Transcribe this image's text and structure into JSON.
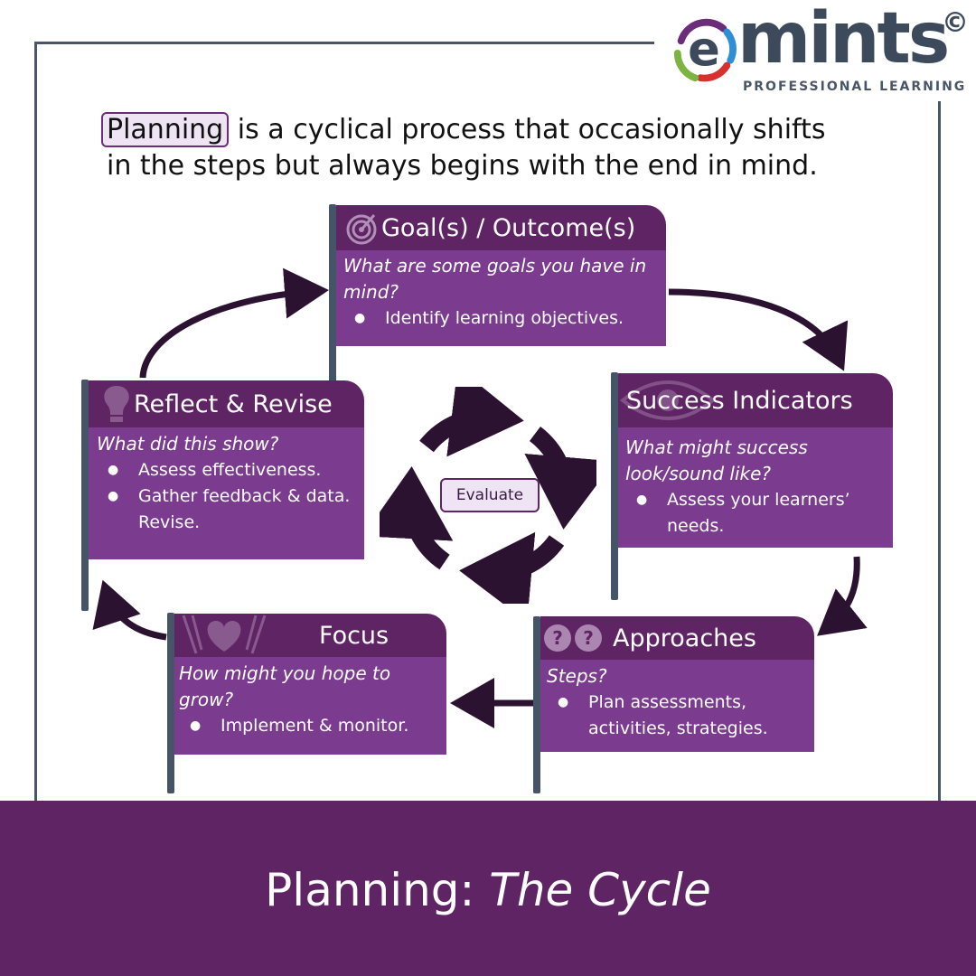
{
  "logo": {
    "word": "emints",
    "copyright": "©",
    "subtitle": "PROFESSIONAL LEARNING"
  },
  "intro": {
    "highlight": "Planning",
    "line1_rest": "is a cyclical process that occasionally shifts",
    "line2": "in the steps but always begins with the end in mind."
  },
  "center": {
    "label": "Evaluate"
  },
  "steps": {
    "goals": {
      "title": "Goal(s) / Outcome(s)",
      "question": "What are some goals you have in mind?",
      "bullets": [
        "Identify learning objectives."
      ],
      "icon": "target-icon"
    },
    "success": {
      "title": "Success Indicators",
      "question": "What might success look/sound like?",
      "bullets": [
        "Assess your learners’ needs."
      ],
      "icon": "eye-icon"
    },
    "approaches": {
      "title": "Approaches",
      "question": "Steps?",
      "bullets": [
        "Plan assessments, activities, strategies."
      ],
      "icon": "question-marks-icon"
    },
    "focus": {
      "title": "Focus",
      "question": "How might you hope to grow?",
      "bullets": [
        "Implement & monitor."
      ],
      "icon": "heart-hands-icon"
    },
    "reflect": {
      "title": "Reflect & Revise",
      "question": "What did this show?",
      "bullets": [
        "Assess effectiveness.",
        "Gather feedback & data. Revise."
      ],
      "icon": "lightbulb-icon"
    }
  },
  "footer": {
    "title_plain": "Planning:",
    "title_italic": "The Cycle"
  },
  "colors": {
    "flag_header": "#5e2464",
    "flag_body": "#7b3c8f",
    "pole": "#465468",
    "arrow": "#2b1230",
    "footer": "#5e2464"
  }
}
